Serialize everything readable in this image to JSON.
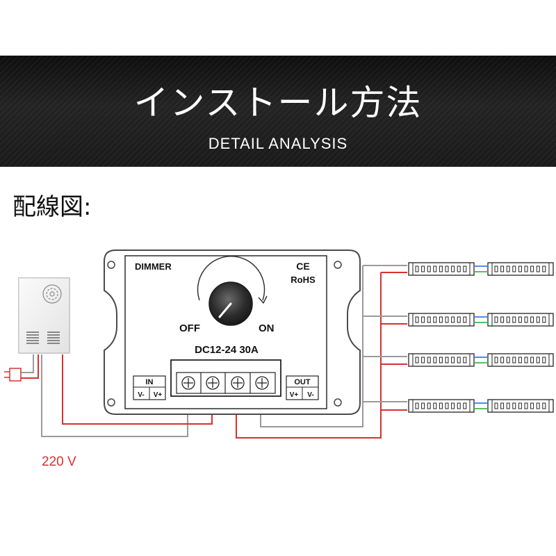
{
  "header": {
    "title": "インストール方法",
    "subtitle": "DETAIL ANALYSIS"
  },
  "section": {
    "label": "配線図:"
  },
  "dimmer": {
    "name": "DIMMER",
    "ce_mark": "CE",
    "rohs_mark": "RoHS",
    "off_label": "OFF",
    "on_label": "ON",
    "rating": "DC12-24 30A",
    "input_label": "IN",
    "input_neg": "V-",
    "input_pos": "V+",
    "output_label": "OUT",
    "output_pos": "V+",
    "output_neg": "V-"
  },
  "power_supply": {
    "voltage_label": "220 V"
  },
  "colors": {
    "wire_red": "#d93030",
    "wire_gray": "#9a9a9a",
    "wire_blue": "#3a7de0",
    "wire_green": "#3cb84a",
    "banner_text": "#ffffff",
    "voltage_text": "#d93030"
  },
  "icons": [
    "fan-icon",
    "vent-icon",
    "plug-icon",
    "knob-icon",
    "rotate-arrow-icon",
    "screw-terminal-icon",
    "led-strip-icon"
  ]
}
